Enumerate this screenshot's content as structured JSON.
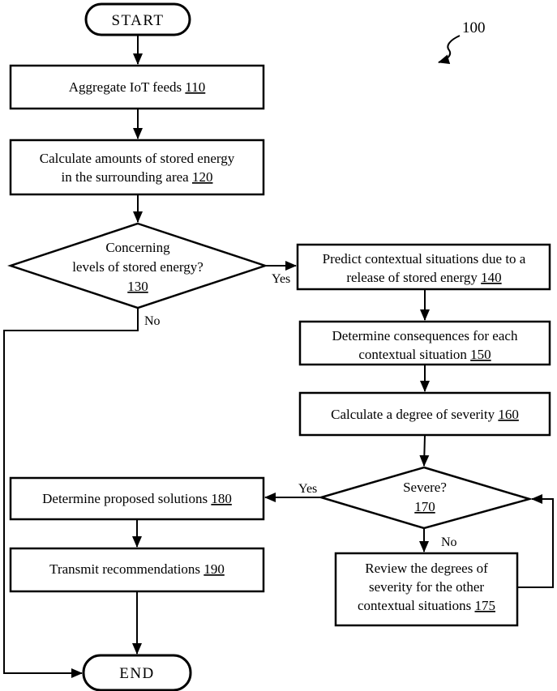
{
  "figure": {
    "label": "100"
  },
  "colors": {
    "ink": "#000000",
    "paper": "#ffffff"
  },
  "nodes": {
    "start": {
      "text": "START"
    },
    "box110": {
      "l1": "Aggregate IoT feeds",
      "ref": "110"
    },
    "box120": {
      "l1": "Calculate amounts of stored energy",
      "l2": "in the surrounding area",
      "ref": "120"
    },
    "dec130": {
      "l1": "Concerning",
      "l2": "levels of stored energy?",
      "ref": "130"
    },
    "box140": {
      "l1": "Predict contextual situations due to a",
      "l2": "release of stored energy",
      "ref": "140"
    },
    "box150": {
      "l1": "Determine consequences for each",
      "l2": "contextual situation",
      "ref": "150"
    },
    "box160": {
      "l1": "Calculate a degree of severity",
      "ref": "160"
    },
    "dec170": {
      "l1": "Severe?",
      "ref": "170"
    },
    "box175": {
      "l1": "Review the degrees of",
      "l2": "severity for the other",
      "l3": "contextual situations",
      "ref": "175"
    },
    "box180": {
      "l1": "Determine proposed solutions",
      "ref": "180"
    },
    "box190": {
      "l1": "Transmit recommendations",
      "ref": "190"
    },
    "end": {
      "text": "END"
    }
  },
  "edges": {
    "yes130": "Yes",
    "no130": "No",
    "yes170": "Yes",
    "no170": "No"
  }
}
